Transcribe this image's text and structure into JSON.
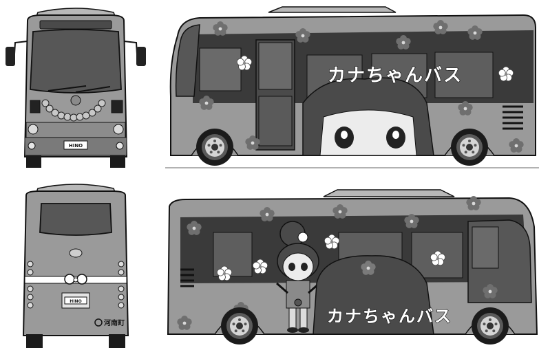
{
  "bus_name": "カナちゃんバス",
  "brand_plate": "HINO",
  "town_name": "河南町",
  "colors": {
    "body_gray": "#9a9a9a",
    "window_dark": "#3a3a3a",
    "band_dark": "#2e2e2e",
    "outline": "#111111",
    "flower": "#6f6f6f"
  },
  "views": [
    {
      "id": "front",
      "label": ""
    },
    {
      "id": "left-side",
      "label": ""
    },
    {
      "id": "rear",
      "label": ""
    },
    {
      "id": "right-side",
      "label": ""
    }
  ]
}
